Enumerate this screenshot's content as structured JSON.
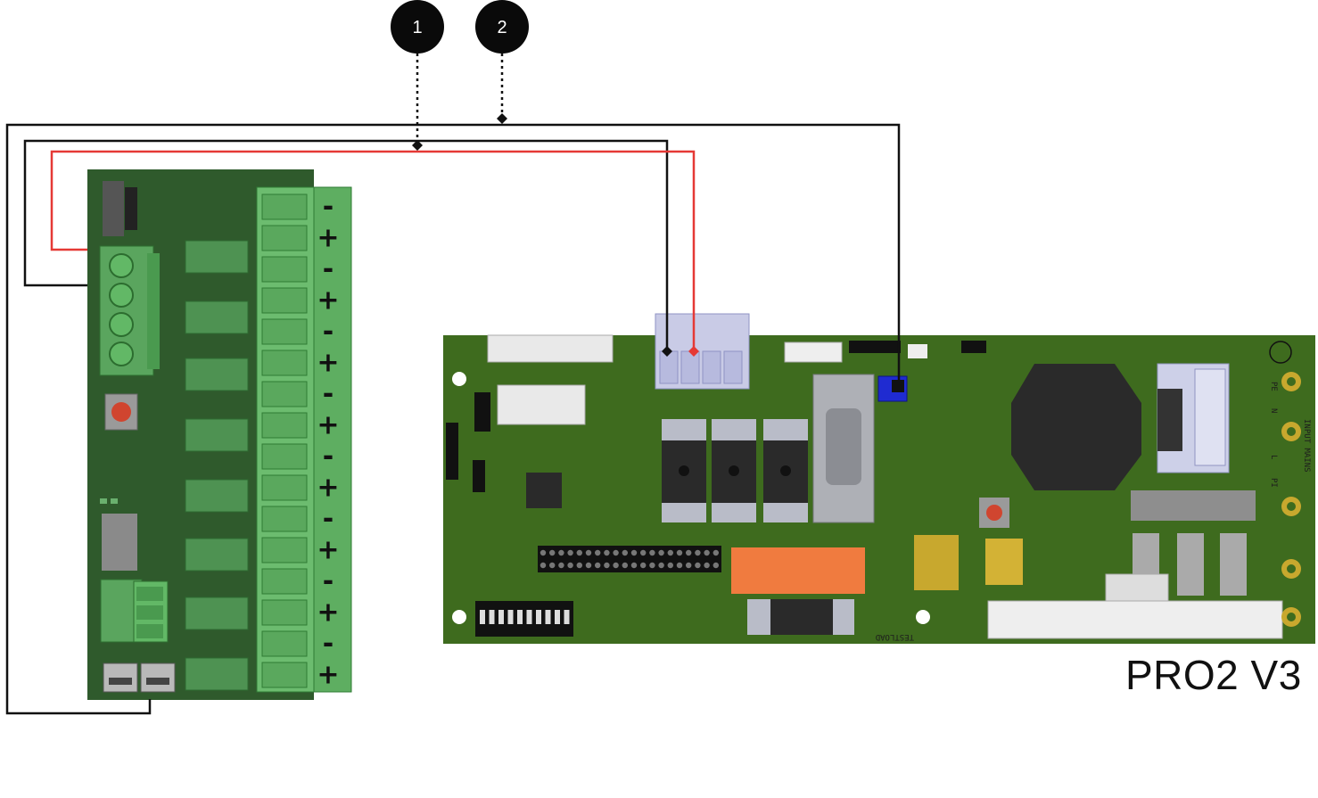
{
  "callouts": [
    {
      "label": "1"
    },
    {
      "label": "2"
    }
  ],
  "main_board": {
    "label": "PRO2 V3",
    "silk_texts": [
      "INPUT MAINS",
      "PE",
      "N",
      "L",
      "PI",
      "TESTLOAD"
    ]
  },
  "expansion_board": {
    "terminal_marks": [
      "-",
      "+",
      "-",
      "+",
      "-",
      "+",
      "-",
      "+",
      "-",
      "+",
      "-",
      "+",
      "-",
      "+",
      "-",
      "+"
    ]
  },
  "colors": {
    "pcb_dark": "#2f5a2c",
    "pcb_main": "#3e6b1e",
    "terminal_green": "#66b86a",
    "wire_black": "#111111",
    "wire_red": "#e53935",
    "callout_fill": "#0a0a0a",
    "connector_lavender": "#c9cbe6",
    "relay_orange": "#f07b3f",
    "jumper_blue": "#1f2bd1"
  }
}
